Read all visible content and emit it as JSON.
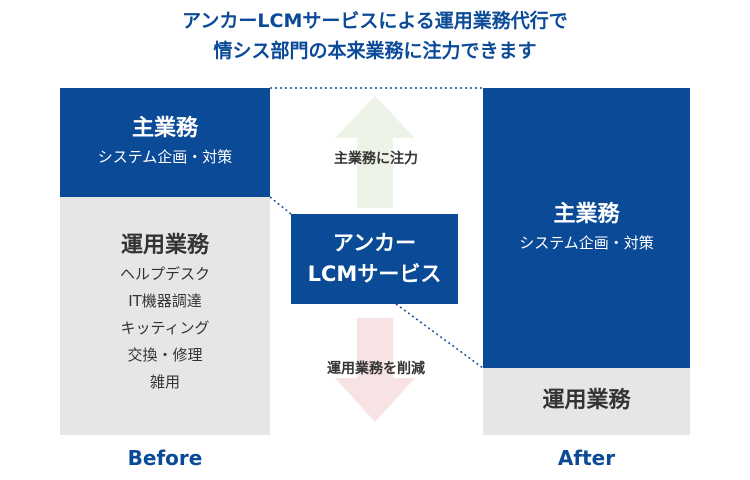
{
  "headline": {
    "line1": "アンカーLCMサービスによる運用業務代行で",
    "line2": "情シス部門の本来業務に注力できます"
  },
  "before": {
    "label": "Before",
    "main": {
      "title": "主業務",
      "subtitle": "システム企画・対策"
    },
    "ops": {
      "title": "運用業務",
      "items": [
        "ヘルプデスク",
        "IT機器調達",
        "キッティング",
        "交換・修理",
        "雑用"
      ]
    }
  },
  "center": {
    "service_line1": "アンカー",
    "service_line2": "LCMサービス",
    "up_label": "主業務に注力",
    "down_label": "運用業務を削減"
  },
  "after": {
    "label": "After",
    "main": {
      "title": "主業務",
      "subtitle": "システム企画・対策"
    },
    "ops": {
      "title": "運用業務"
    }
  },
  "colors": {
    "navy": "#0a4a97",
    "gray_box": "#e6e6e6",
    "arrow_up": "#edf3e6",
    "arrow_down": "#f7e3e3"
  }
}
